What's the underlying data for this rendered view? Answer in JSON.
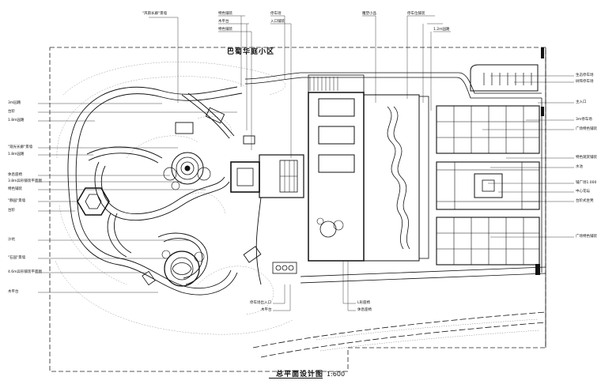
{
  "district_name": "巴蜀华庭小区",
  "title": "总平面设计图",
  "scale": "1:600",
  "labels_left": [
    "3m园路",
    "台阶",
    "1.8m园路",
    "\"观光长廊\"景墙",
    "1.8m园路",
    "休息座椅",
    "3.8m异形铺装平面图",
    "特色铺装",
    "\"静园\"景墙",
    "台阶",
    "沙坑",
    "\"石园\"景墙",
    "4.6m异形铺装平面图",
    "木平台"
  ],
  "labels_top": [
    "\"风雨长廊\"景墙",
    "特色铺装",
    "木平台",
    "特色铺装",
    "停车场",
    "入口铺装",
    "雕塑小品",
    "停车位铺装",
    "1.2m园路"
  ],
  "labels_right": [
    "生态停车场",
    "树阵停车场",
    "主入口",
    "3m停车场",
    "广场特色铺装",
    "特色观赏铺装",
    "水池",
    "铺广场1.000",
    "中心花坛",
    "台阶式坐凳",
    "广场特色铺装"
  ],
  "labels_bottom": [
    "停车场出入口",
    "木平台",
    "L形座椅",
    "休息座椅"
  ]
}
